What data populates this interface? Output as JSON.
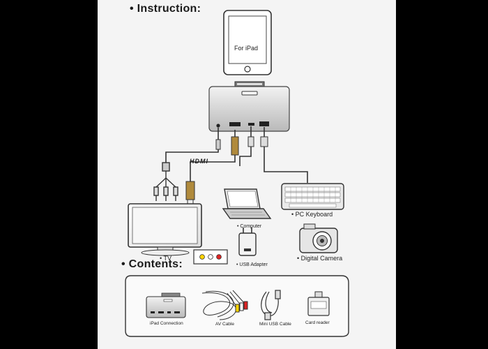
{
  "instruction_heading": "• Instruction:",
  "contents_heading": "• Contents:",
  "ipad_label": "For iPad",
  "hdmi_label": "HDMI",
  "devices": {
    "computer": "• Computer",
    "pc_keyboard": "• PC Keyboard",
    "usb_adapter": "• USB Adapter",
    "digital_camera": "• Digital Camera",
    "tv": "• TV"
  },
  "contents_items": {
    "ipad_connection": "iPad Connection",
    "av_cable": "AV Cable",
    "mini_usb_cable": "Mini USB Cable",
    "card_reader": "Card reader"
  }
}
